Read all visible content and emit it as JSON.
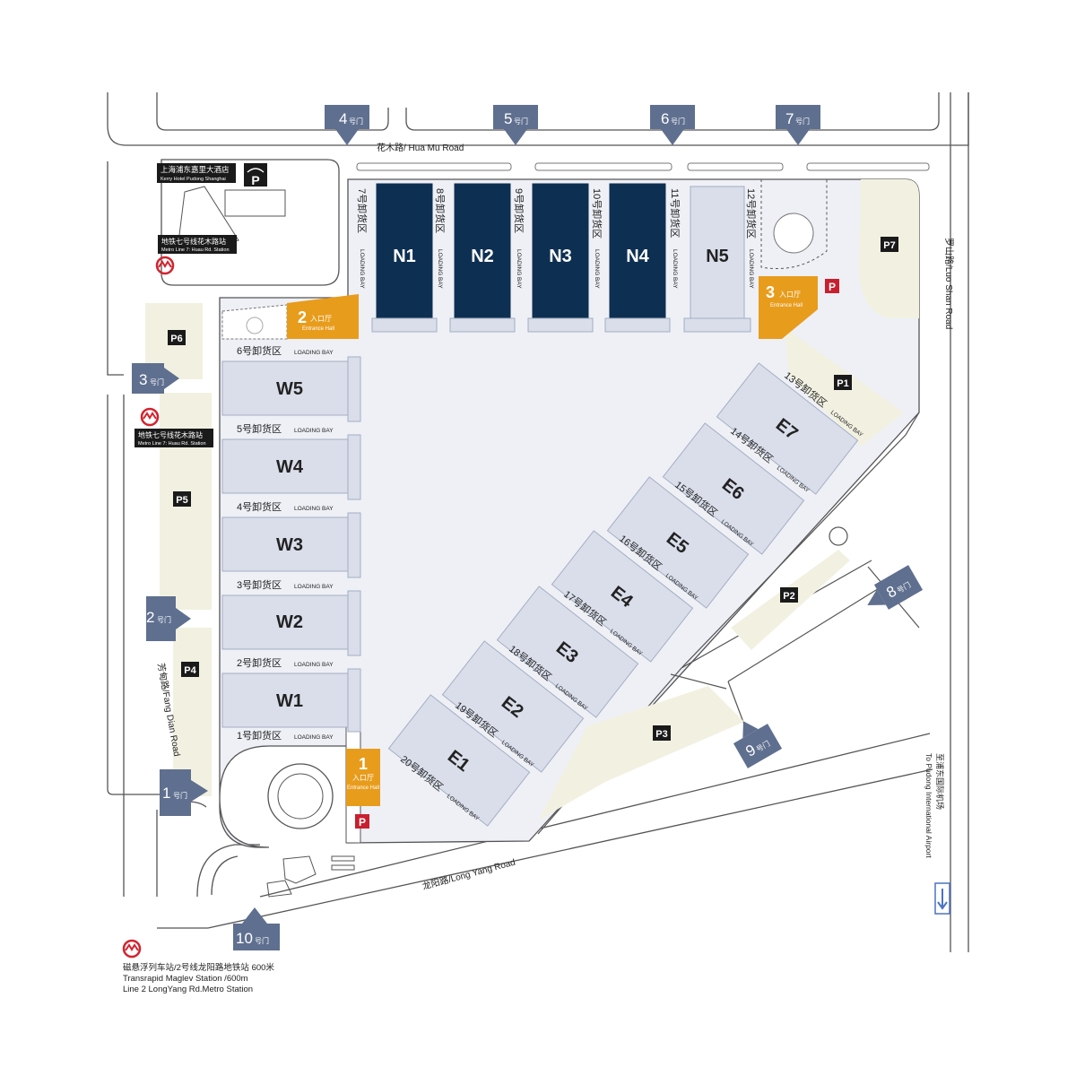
{
  "roads": {
    "hua_mu": "花木路/ Hua Mu Road",
    "luo_shan": "罗山路/Luo Shan Road",
    "fang_dian": "芳甸路/Fang Dian Road",
    "long_yang": "龙阳路/Long Yang Road",
    "airport_cn": "至浦东国际机场",
    "airport_en": "To Pudong International Airport"
  },
  "gates": [
    {
      "num": "1",
      "suffix": "号门"
    },
    {
      "num": "2",
      "suffix": "号门"
    },
    {
      "num": "3",
      "suffix": "号门"
    },
    {
      "num": "4",
      "suffix": "号门"
    },
    {
      "num": "5",
      "suffix": "号门"
    },
    {
      "num": "6",
      "suffix": "号门"
    },
    {
      "num": "7",
      "suffix": "号门"
    },
    {
      "num": "8",
      "suffix": "号门"
    },
    {
      "num": "9",
      "suffix": "号门"
    },
    {
      "num": "10",
      "suffix": "号门"
    }
  ],
  "halls": {
    "north": [
      "N1",
      "N2",
      "N3",
      "N4",
      "N5"
    ],
    "west": [
      "W5",
      "W4",
      "W3",
      "W2",
      "W1"
    ],
    "east": [
      "E7",
      "E6",
      "E5",
      "E4",
      "E3",
      "E2",
      "E1"
    ]
  },
  "loading_bays": {
    "north": [
      "7号卸货区",
      "8号卸货区",
      "9号卸货区",
      "10号卸货区",
      "11号卸货区",
      "12号卸货区"
    ],
    "west": [
      "6号卸货区",
      "5号卸货区",
      "4号卸货区",
      "3号卸货区",
      "2号卸货区",
      "1号卸货区"
    ],
    "east": [
      "13号卸货区",
      "14号卸货区",
      "15号卸货区",
      "16号卸货区",
      "17号卸货区",
      "18号卸货区",
      "19号卸货区",
      "20号卸货区"
    ],
    "en": "LOADING BAY"
  },
  "entrances": [
    {
      "num": "1",
      "cn": "入口厅",
      "en": "Entrance Hall"
    },
    {
      "num": "2",
      "cn": "入口厅",
      "en": "Entrance Hall"
    },
    {
      "num": "3",
      "cn": "入口厅",
      "en": "Entrance Hall"
    }
  ],
  "parking": [
    "P1",
    "P2",
    "P3",
    "P4",
    "P5",
    "P6",
    "P7"
  ],
  "parking_symbol": "P",
  "hotel": {
    "cn": "上海浦东嘉里大酒店",
    "en": "Kerry Hotel Pudong Shanghai"
  },
  "metro_north": {
    "cn": "地铁七号线花木路站",
    "en": "Metro Line 7: Huau Rd. Station"
  },
  "metro_west": {
    "cn": "地铁七号线花木路站",
    "en": "Metro Line 7: Huau Rd. Station"
  },
  "maglev": {
    "line1": "磁悬浮列车站/2号线龙阳路地铁站  600米",
    "line2": "Transrapid Maglev Station  /600m",
    "line3": "Line 2 LongYang Rd.Metro Station"
  },
  "colors": {
    "hall_light": "#d9deea",
    "hall_dark": "#0d2f52",
    "entrance": "#e89c1c",
    "gate": "#5f6f8f",
    "parking_area": "#f2f1e1",
    "parking_icon_red": "#c8202e",
    "metro_red": "#d3232e"
  }
}
